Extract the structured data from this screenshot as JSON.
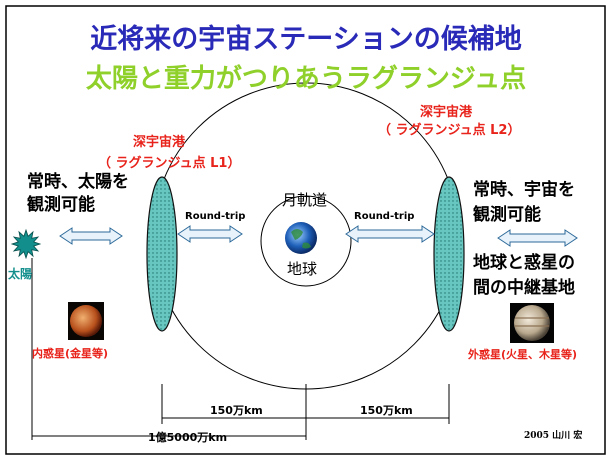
{
  "title": {
    "line1": "近将来の宇宙ステーションの候補地",
    "line2": "太陽と重力がつりあうラグランジュ点"
  },
  "l1": {
    "name": "深宇宙港",
    "sub": "（ ラグランジュ点 L1）"
  },
  "l2": {
    "name": "深宇宙港",
    "sub": "（ ラグランジュ点 L2）"
  },
  "left_text": [
    "常時、太陽を",
    "観測可能"
  ],
  "right_text": [
    "常時、宇宙を",
    "観測可能",
    "地球と惑星の",
    "間の中継基地"
  ],
  "roundtrip": [
    "Round-trip",
    "Round-trip"
  ],
  "moon_orbit": "月軌道",
  "earth": "地球",
  "sun": "太陽",
  "inner_planet": "内惑星(金星等)",
  "outer_planet": "外惑星(火星、木星等)",
  "distances": {
    "a": "150万km",
    "b": "150万km",
    "c": "1億5000万km"
  },
  "credit": "2005  山川  宏",
  "colors": {
    "frame": "#000000",
    "title1": "#2a2ab8",
    "title2": "#8fd02a",
    "red": "#e8231b",
    "lagrange_fill": "#67c6c0",
    "arrow_fill": "#e8f2fa",
    "sun": "#128f8c"
  }
}
